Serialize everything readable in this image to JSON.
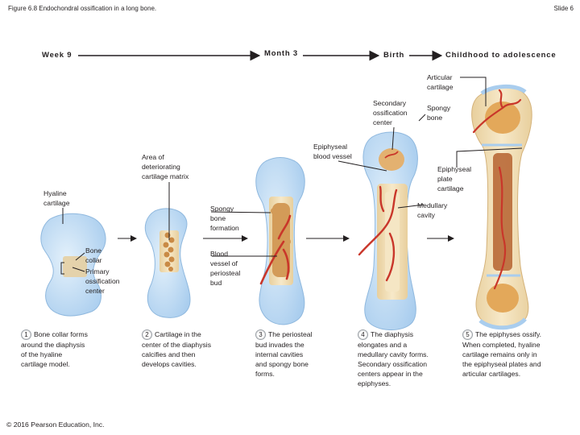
{
  "header": {
    "title": "Figure 6.8 Endochondral ossification in a long bone.",
    "slide": "Slide 6"
  },
  "timeline": {
    "week9": "Week 9",
    "month3": "Month 3",
    "birth": "Birth",
    "childhood": "Childhood to adolescence"
  },
  "labels": {
    "articular_cartilage": "Articular\ncartilage",
    "secondary_ossification_center": "Secondary\nossification\ncenter",
    "spongy_bone": "Spongy\nbone",
    "epiphyseal_blood_vessel": "Epiphyseal\nblood vessel",
    "area_deteriorating": "Area of\ndeteriorating\ncartilage matrix",
    "epiphyseal_plate_cartilage": "Epiphyseal\nplate\ncartilage",
    "hyaline_cartilage": "Hyaline\ncartilage",
    "medullary_cavity": "Medullary\ncavity",
    "spongy_bone_formation": "Spongy\nbone\nformation",
    "bone_collar": "Bone\ncollar",
    "primary_ossification_center": "Primary\nossification\ncenter",
    "blood_vessel_periosteal_bud": "Blood\nvessel of\nperiosteal\nbud"
  },
  "steps": [
    {
      "num": "1",
      "text": "Bone collar forms\naround the diaphysis\nof the hyaline\ncartilage model."
    },
    {
      "num": "2",
      "text": "Cartilage in the\ncenter of the diaphysis\ncalcifies and then\ndevelops cavities."
    },
    {
      "num": "3",
      "text": "The periosteal\nbud invades the\ninternal cavities\nand spongy bone\nforms."
    },
    {
      "num": "4",
      "text": "The diaphysis\nelongates and a\nmedullary cavity forms.\nSecondary ossification\ncenters appear in the\nepiphyses."
    },
    {
      "num": "5",
      "text": "The epiphyses ossify.\nWhen completed, hyaline\ncartilage remains only in\nthe epiphyseal plates and\narticular cartilages."
    }
  ],
  "copyright": "© 2016 Pearson Education, Inc.",
  "colors": {
    "cartilage": "#bcd9f2",
    "cartilage_edge": "#8fb8de",
    "bone": "#f1dcb2",
    "spongy": "#d6a35f",
    "vessel": "#c9362a",
    "marrow": "#b5612f"
  }
}
